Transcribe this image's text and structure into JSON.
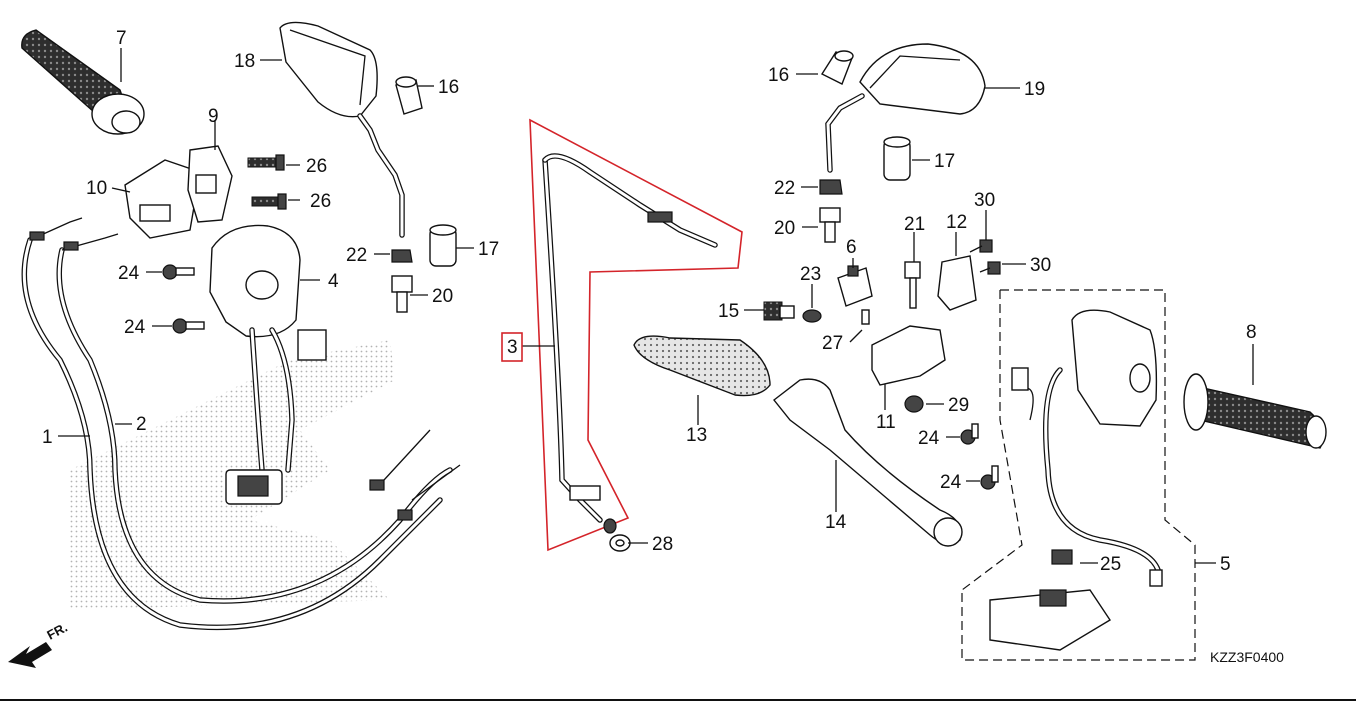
{
  "diagram": {
    "code": "KZZ3F0400",
    "direction_label": "FR.",
    "highlight_color": "#d4242a",
    "callouts": [
      "1",
      "2",
      "3",
      "4",
      "5",
      "6",
      "7",
      "8",
      "9",
      "10",
      "11",
      "12",
      "13",
      "14",
      "15",
      "16",
      "16",
      "17",
      "17",
      "18",
      "19",
      "20",
      "20",
      "21",
      "22",
      "22",
      "23",
      "24",
      "24",
      "24",
      "24",
      "25",
      "26",
      "26",
      "27",
      "28",
      "29",
      "30",
      "30"
    ]
  }
}
